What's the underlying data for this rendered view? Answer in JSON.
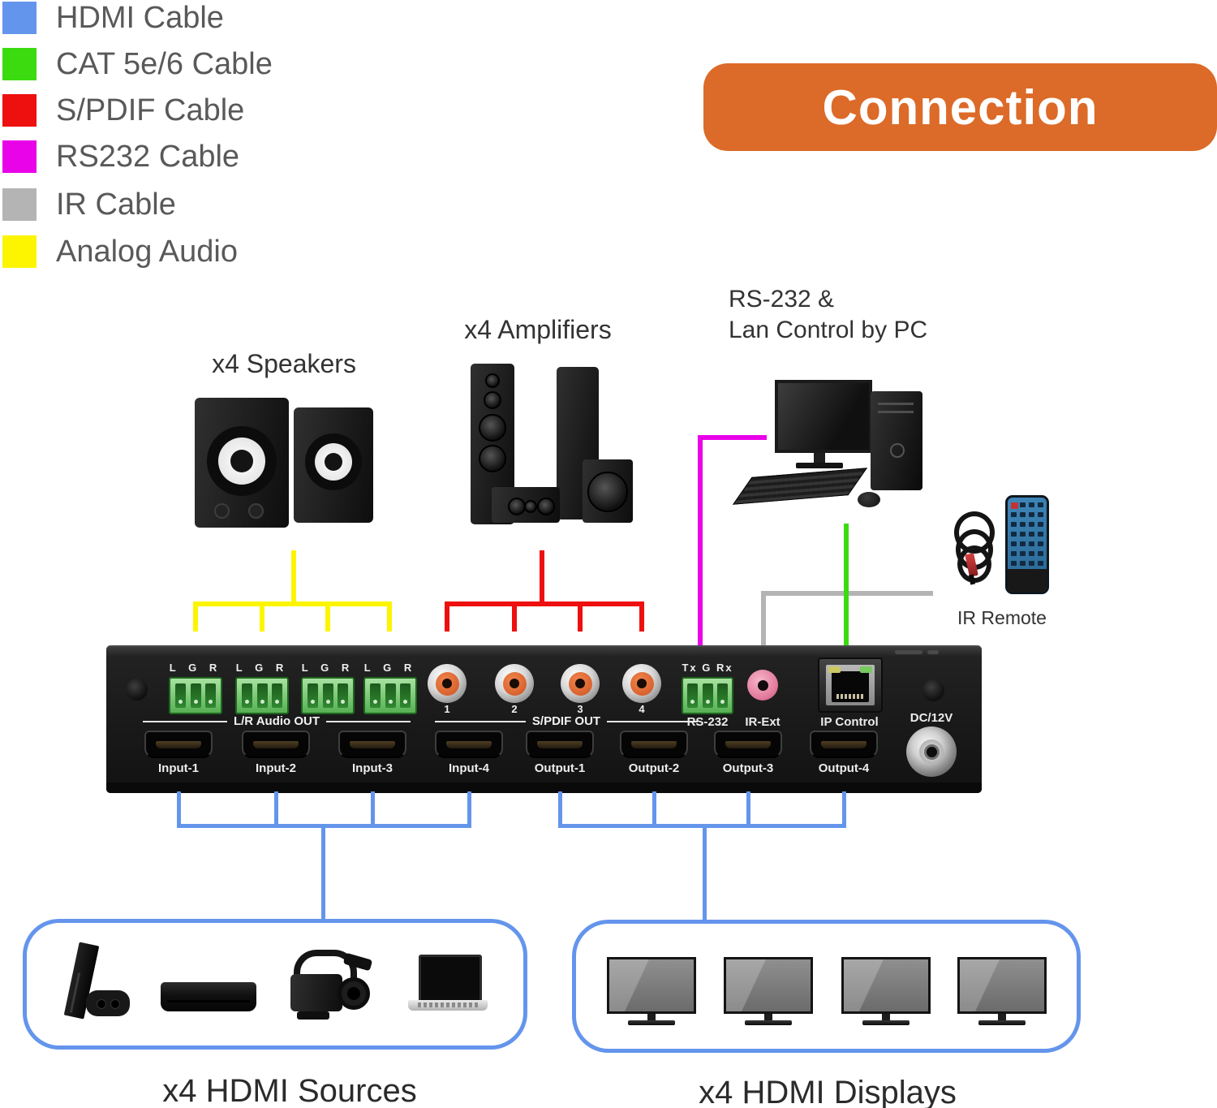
{
  "legend": {
    "items": [
      {
        "label": "HDMI Cable",
        "color_key": "hdmi_cable"
      },
      {
        "label": "CAT 5e/6 Cable",
        "color_key": "cat_cable"
      },
      {
        "label": "S/PDIF Cable",
        "color_key": "spdif_cable"
      },
      {
        "label": "RS232 Cable",
        "color_key": "rs232_cable"
      },
      {
        "label": "IR Cable",
        "color_key": "ir_cable"
      },
      {
        "label": "Analog Audio",
        "color_key": "analog_audio"
      }
    ]
  },
  "banner": {
    "title": "Connection"
  },
  "sections": {
    "speakers": "x4 Speakers",
    "amplifiers": "x4 Amplifiers",
    "pc_line1": "RS-232 &",
    "pc_line2": "Lan Control by PC",
    "ir_remote": "IR Remote",
    "sources": "x4 HDMI Sources",
    "displays": "x4 HDMI Displays"
  },
  "device": {
    "audio_groups": [
      "L G R",
      "L G R",
      "L G R",
      "L G R"
    ],
    "audio_out_label": "L/R Audio OUT",
    "spdif_numbers": [
      "1",
      "2",
      "3",
      "4"
    ],
    "spdif_label": "S/PDIF OUT",
    "rs232_pins": "Tx G Rx",
    "rs232_label": "RS-232",
    "ir_ext_label": "IR-Ext",
    "ip_control_label": "IP Control",
    "dc_label": "DC/12V",
    "hdmi_ports": [
      "Input-1",
      "Input-2",
      "Input-3",
      "Input-4",
      "Output-1",
      "Output-2",
      "Output-3",
      "Output-4"
    ]
  },
  "colors": {
    "hdmi_cable": "#6495ec",
    "cat_cable": "#3bdb10",
    "spdif_cable": "#ee0f0f",
    "rs232_cable": "#e903e9",
    "ir_cable": "#b4b4b4",
    "analog_audio": "#fdf500",
    "banner_bg": "#dc6a28"
  }
}
